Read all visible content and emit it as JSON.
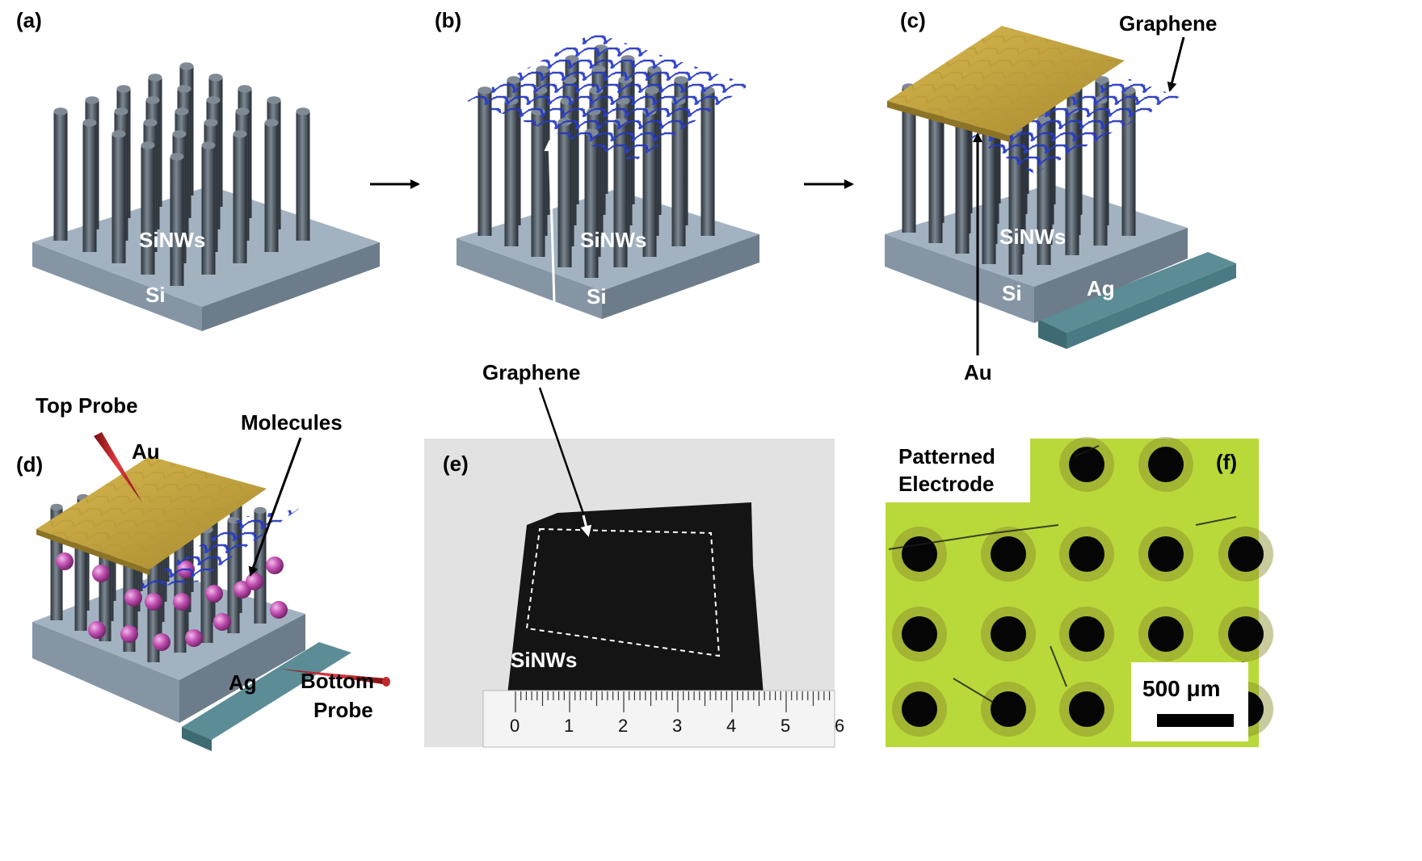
{
  "panels": {
    "a": {
      "tag": "(a)",
      "siNWs": "SiNWs",
      "si": "Si"
    },
    "b": {
      "tag": "(b)",
      "siNWs": "SiNWs",
      "si": "Si",
      "graphene": "Graphene"
    },
    "c": {
      "tag": "(c)",
      "siNWs": "SiNWs",
      "si": "Si",
      "ag": "Ag",
      "au": "Au",
      "graphene": "Graphene"
    },
    "d": {
      "tag": "(d)",
      "topProbe": "Top Probe",
      "au": "Au",
      "molecules": "Molecules",
      "ag": "Ag",
      "bottomProbe1": "Bottom",
      "bottomProbe2": "Probe"
    },
    "e": {
      "tag": "(e)",
      "siNWs": "SiNWs",
      "rulerTicks": [
        "0",
        "1",
        "2",
        "3",
        "4",
        "5",
        "6"
      ]
    },
    "f": {
      "tag": "(f)",
      "patterned1": "Patterned",
      "patterned2": "Electrode",
      "scale": "500 μm"
    }
  },
  "colors": {
    "substrate": "#9aa9b8",
    "wire": "#5a6570",
    "gold": "#c9a845",
    "graphene": "#2436b5",
    "molecule": "#b84aa8",
    "agPlate": "#4f7d86",
    "micrograph": "#b9d93a"
  }
}
